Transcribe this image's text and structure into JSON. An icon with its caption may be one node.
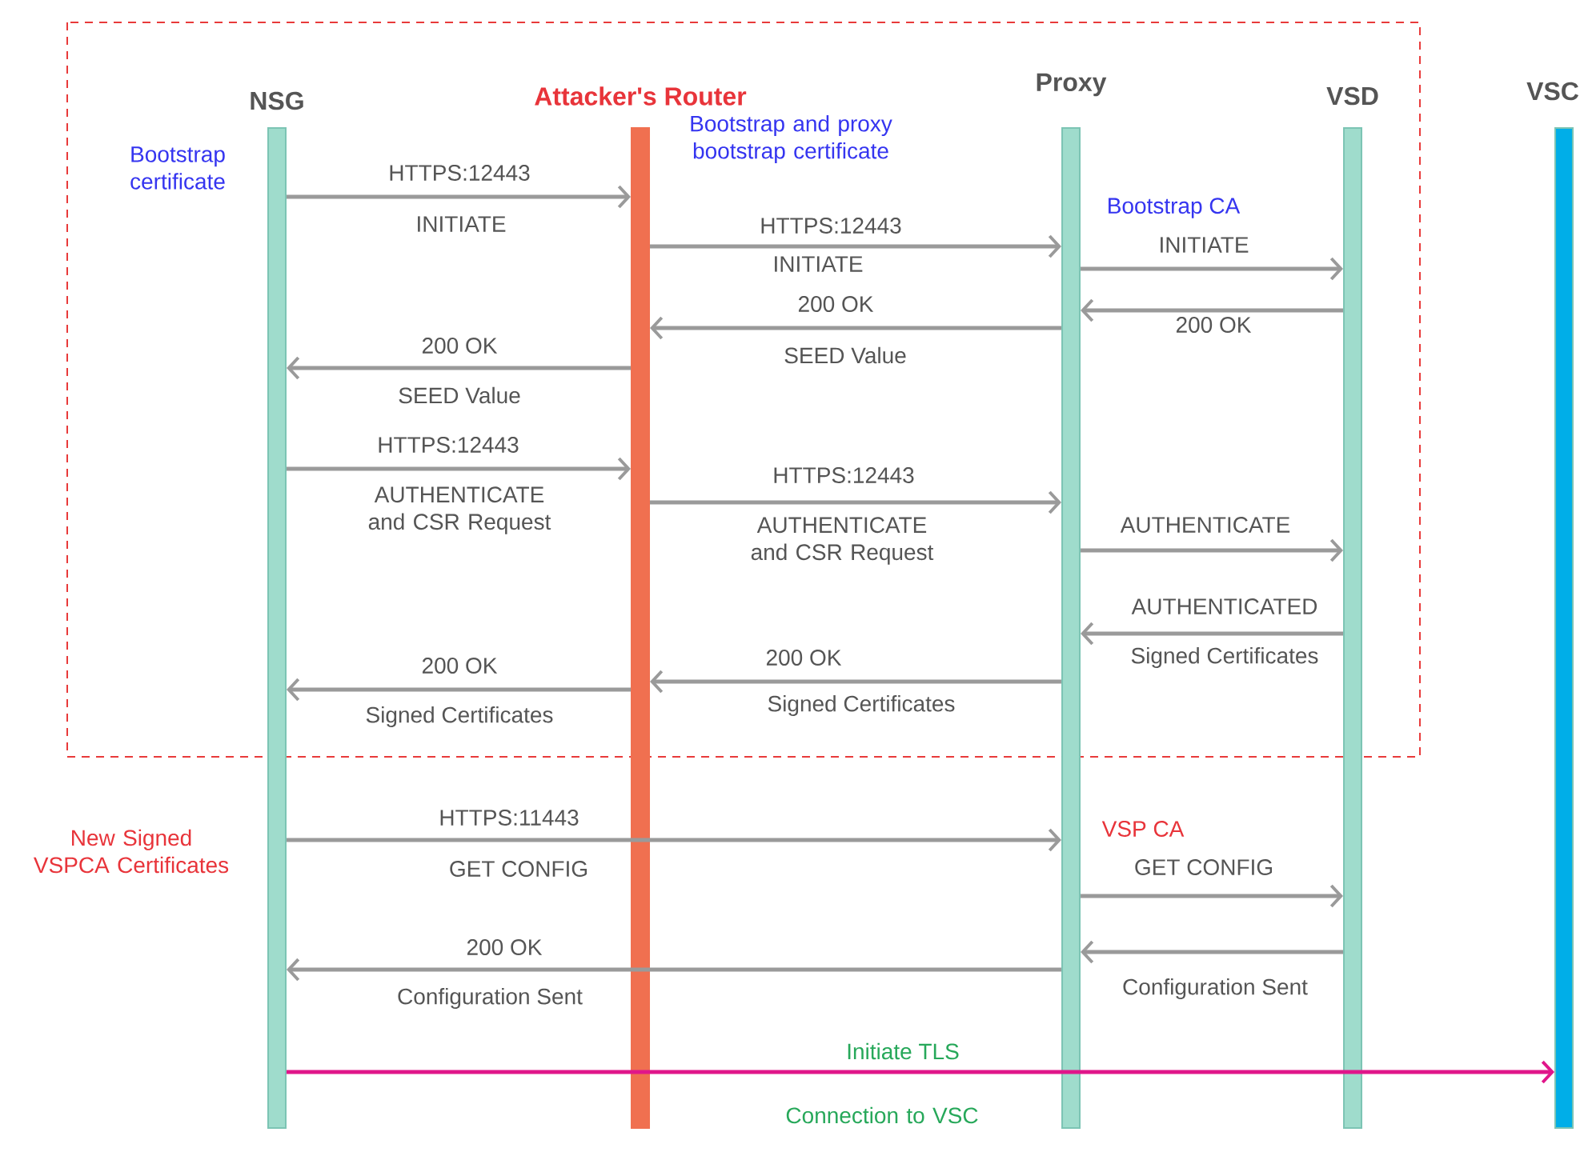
{
  "diagram": {
    "nodes": [
      {
        "text": [
          "NSG"
        ]
      },
      {
        "text": [
          "Attacker's Router"
        ]
      },
      {
        "text": [
          "Proxy"
        ]
      },
      {
        "text": [
          "VSD"
        ]
      },
      {
        "text": [
          "VSC"
        ]
      }
    ],
    "edges": [
      {
        "from": 0,
        "to": 1,
        "arrow": "to",
        "label": "HTTPS:12443"
      },
      {
        "from": 1,
        "to": 2,
        "arrow": "to",
        "label": "HTTPS:12443"
      },
      {
        "from": 2,
        "to": 3,
        "arrow": "to",
        "label": "INITIATE"
      },
      {
        "from": 3,
        "to": 2,
        "arrow": "to",
        "label": "200 OK"
      },
      {
        "from": 2,
        "to": 1,
        "arrow": "to",
        "label": "200 OK"
      },
      {
        "from": 1,
        "to": 0,
        "arrow": "to",
        "label": "200 OK"
      },
      {
        "from": 0,
        "to": 1,
        "arrow": "to",
        "label": "HTTPS:12443"
      },
      {
        "from": 1,
        "to": 2,
        "arrow": "to",
        "label": "HTTPS:12443"
      },
      {
        "from": 2,
        "to": 3,
        "arrow": "to",
        "label": "AUTHENTICATE"
      },
      {
        "from": 3,
        "to": 2,
        "arrow": "to",
        "label": "AUTHENTICATED"
      },
      {
        "from": 2,
        "to": 1,
        "arrow": "to",
        "label": "200 OK"
      },
      {
        "from": 1,
        "to": 0,
        "arrow": "to",
        "label": "200 OK"
      },
      {
        "from": 0,
        "to": 2,
        "arrow": "to",
        "label": "HTTPS:11443"
      },
      {
        "from": 2,
        "to": 3,
        "arrow": "to",
        "label": "GET CONFIG"
      },
      {
        "from": 2,
        "to": 0,
        "arrow": "to",
        "label": "200 OK"
      },
      {
        "from": 3,
        "to": 2,
        "arrow": "to",
        "label": "Configuration Sent"
      },
      {
        "from": 0,
        "to": 4,
        "arrow": "to",
        "label": "Initiate TLS",
        "color": "#e0168a"
      }
    ],
    "labels": [
      "Bootstrap certificate",
      "Bootstrap and proxy bootstrap certificate",
      "INITIATE",
      "Bootstrap CA",
      "INITIATE",
      "SEED Value",
      "SEED Value",
      "AUTHENTICATE and CSR Request",
      "AUTHENTICATE and CSR Request",
      "Signed Certificates",
      "Signed Certificates",
      "Signed Certificates",
      "New Signed VSPCA Certificates",
      "VSP CA",
      "GET CONFIG",
      "Configuration Sent",
      "Connection to VSC"
    ]
  }
}
